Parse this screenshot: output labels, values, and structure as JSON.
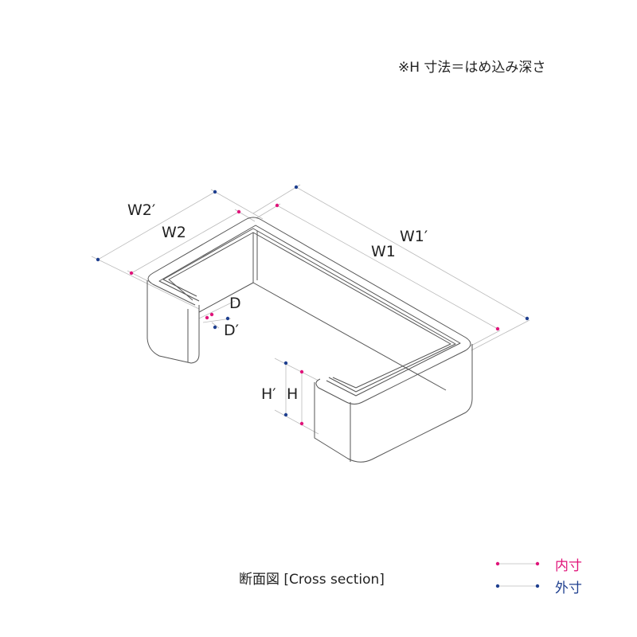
{
  "note": "※H 寸法＝はめ込み深さ",
  "labels": {
    "w2_outer": "W2′",
    "w2_inner": "W2",
    "w1_outer": "W1′",
    "w1_inner": "W1",
    "d_inner": "D",
    "d_outer": "D′",
    "h_outer": "H′",
    "h_inner": "H"
  },
  "caption": "断面図 [Cross section]",
  "legend": [
    {
      "label": "内寸",
      "color": "#e0147a"
    },
    {
      "label": "外寸",
      "color": "#1e3f8f"
    }
  ]
}
